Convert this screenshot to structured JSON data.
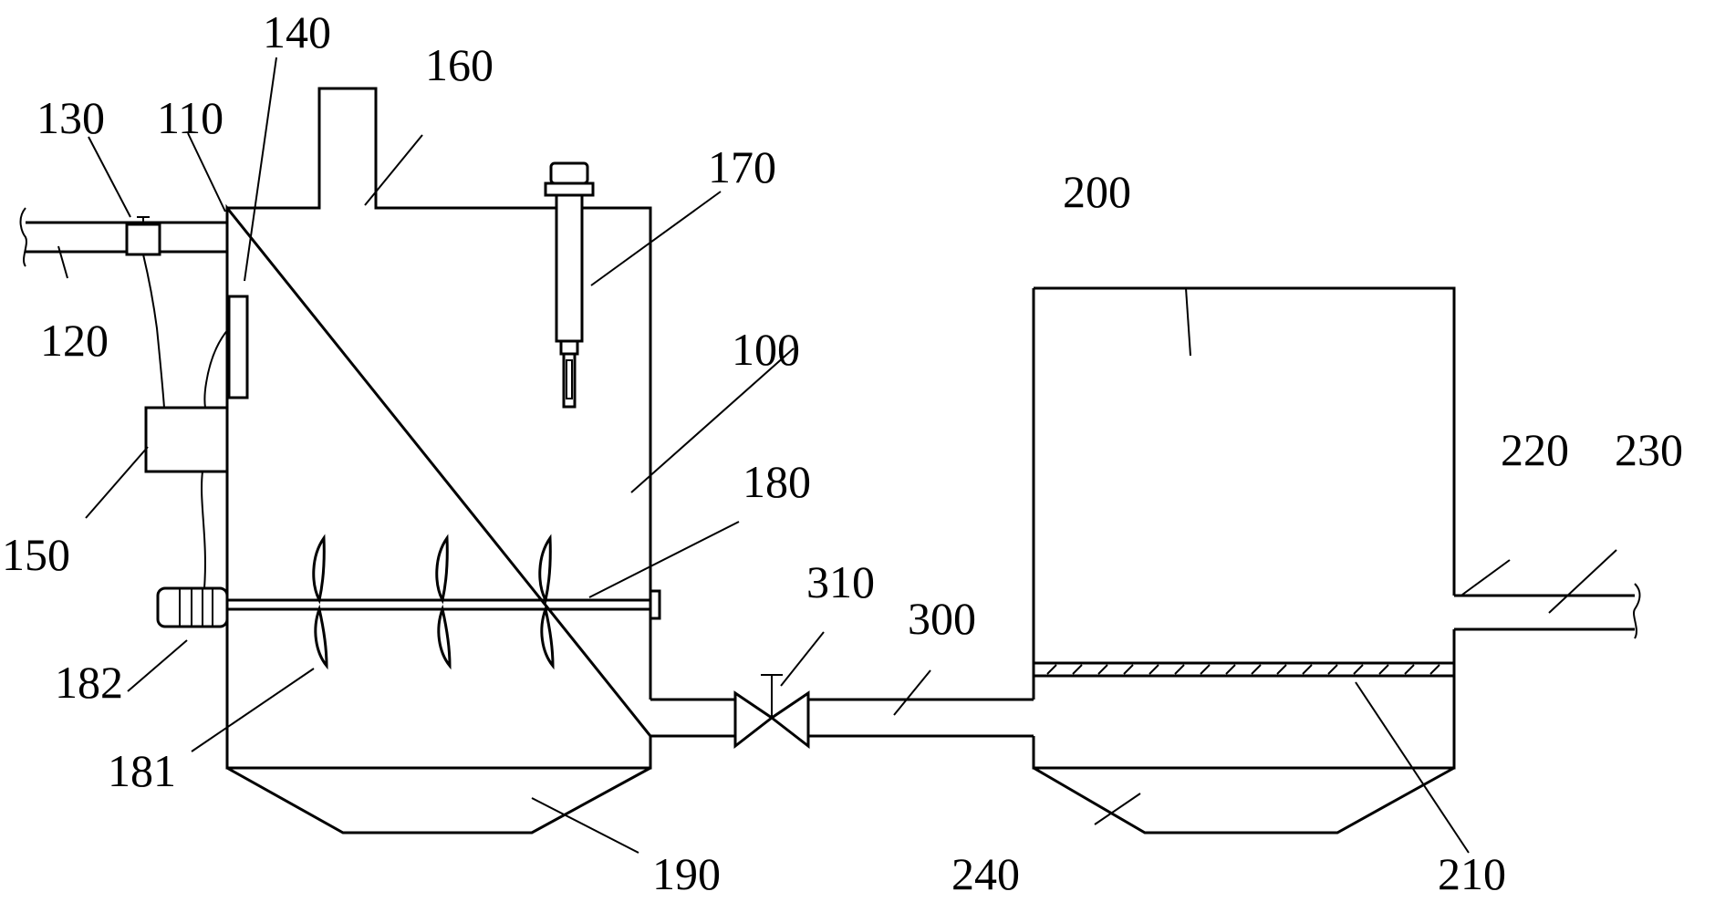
{
  "colors": {
    "line": "#000000",
    "background": "#ffffff"
  },
  "labels": {
    "l100": "100",
    "l110": "110",
    "l120": "120",
    "l130": "130",
    "l140": "140",
    "l150": "150",
    "l160": "160",
    "l170": "170",
    "l180": "180",
    "l181": "181",
    "l182": "182",
    "l190": "190",
    "l200": "200",
    "l210": "210",
    "l220": "220",
    "l230": "230",
    "l240": "240",
    "l300": "300",
    "l310": "310"
  }
}
